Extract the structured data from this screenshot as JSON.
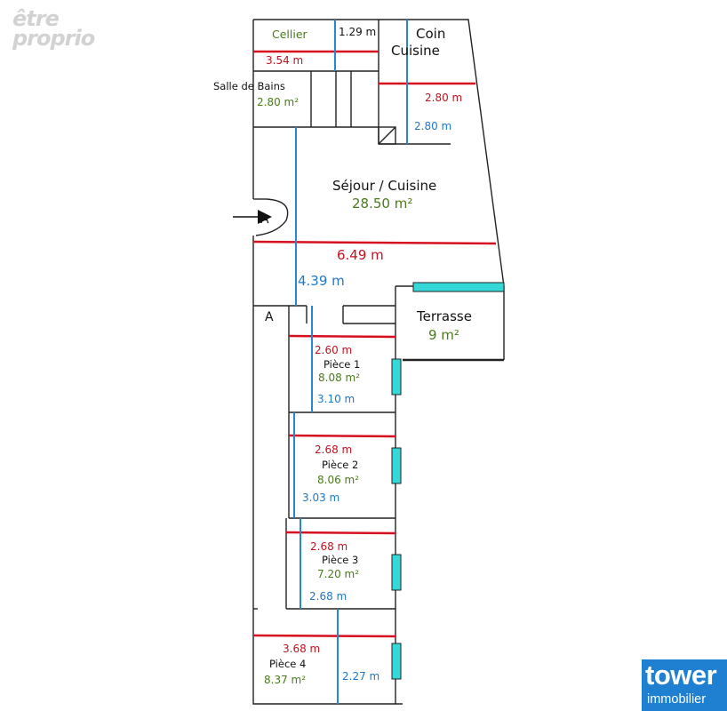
{
  "watermark": {
    "line1": "être",
    "line2": "proprio"
  },
  "rooms": {
    "cellier": {
      "name": "Cellier"
    },
    "coin_cuisine": {
      "name_line1": "Coin",
      "name_line2": "Cuisine"
    },
    "salle_de_bains": {
      "name": "Salle de Bains",
      "area": "2.80 m²"
    },
    "sejour": {
      "name": "Séjour / Cuisine",
      "area": "28.50 m²"
    },
    "terrasse": {
      "name": "Terrasse",
      "area": "9 m²"
    },
    "piece1": {
      "name": "Pièce 1",
      "area": "8.08 m²"
    },
    "piece2": {
      "name": "Pièce 2",
      "area": "8.06 m²"
    },
    "piece3": {
      "name": "Pièce 3",
      "area": "7.20 m²"
    },
    "piece4": {
      "name": "Pièce 4",
      "area": "8.37 m²"
    }
  },
  "dimensions": {
    "cellier_height": "1.29 m",
    "cellier_width": "3.54 m",
    "coin_cuisine_width": "2.80 m",
    "coin_cuisine_height": "2.80 m",
    "sejour_width": "6.49 m",
    "sejour_depth": "4.39 m",
    "piece1_width": "2.60 m",
    "piece1_depth": "3.10 m",
    "piece2_width": "2.68 m",
    "piece2_depth": "3.03 m",
    "piece3_width": "2.68 m",
    "piece3_depth": "2.68 m",
    "piece4_width": "3.68 m",
    "piece4_depth": "2.27 m"
  },
  "markers": {
    "a_top": "A",
    "a_side": "A"
  },
  "logo": {
    "line1": "tower",
    "line2": "immobilier"
  },
  "colors": {
    "wall": "#222222",
    "width_line": "#d6101e",
    "depth_line": "#2b86d0",
    "window": "#35d8d8",
    "area_text": "#4a7a1a",
    "logo_bg": "#1f7fd0"
  }
}
